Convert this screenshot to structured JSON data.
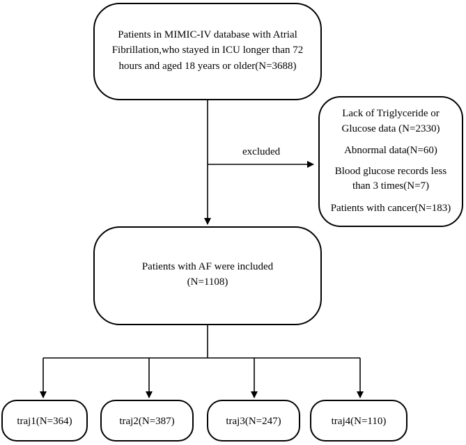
{
  "top_box": {
    "lines": [
      "Patients in MIMIC-IV database with Atrial",
      "Fibrillation,who stayed in ICU longer than 72",
      "hours and aged 18 years or older(N=3688)"
    ]
  },
  "exclusion": {
    "arrow_label": "excluded",
    "items": [
      "Lack of Triglyceride or",
      "Glucose data (N=2330)",
      "Abnormal data(N=60)",
      "Blood glucose records less",
      "than 3 times(N=7)",
      "Patients with cancer(N=183)"
    ]
  },
  "included_box": {
    "lines": [
      "Patients with AF were included",
      "(N=1108)"
    ]
  },
  "trajectories": [
    "traj1(N=364)",
    "traj2(N=387)",
    "traj3(N=247)",
    "traj4(N=110)"
  ]
}
